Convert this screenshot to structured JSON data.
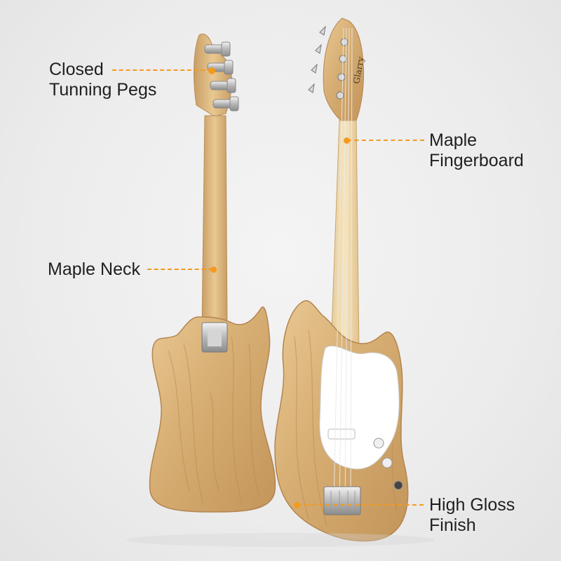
{
  "callouts": {
    "pegs": {
      "line1": "Closed",
      "line2": "Tunning Pegs"
    },
    "neck": {
      "line1": "Maple Neck"
    },
    "fingerboard": {
      "line1": "Maple",
      "line2": "Fingerboard"
    },
    "finish": {
      "line1": "High Gloss",
      "line2": "Finish"
    }
  },
  "headstock_brand": "Glarry",
  "colors": {
    "accent": "#f39a1f",
    "wood": "#dcb57e",
    "pickguard": "#ffffff",
    "background": "#ececec"
  }
}
